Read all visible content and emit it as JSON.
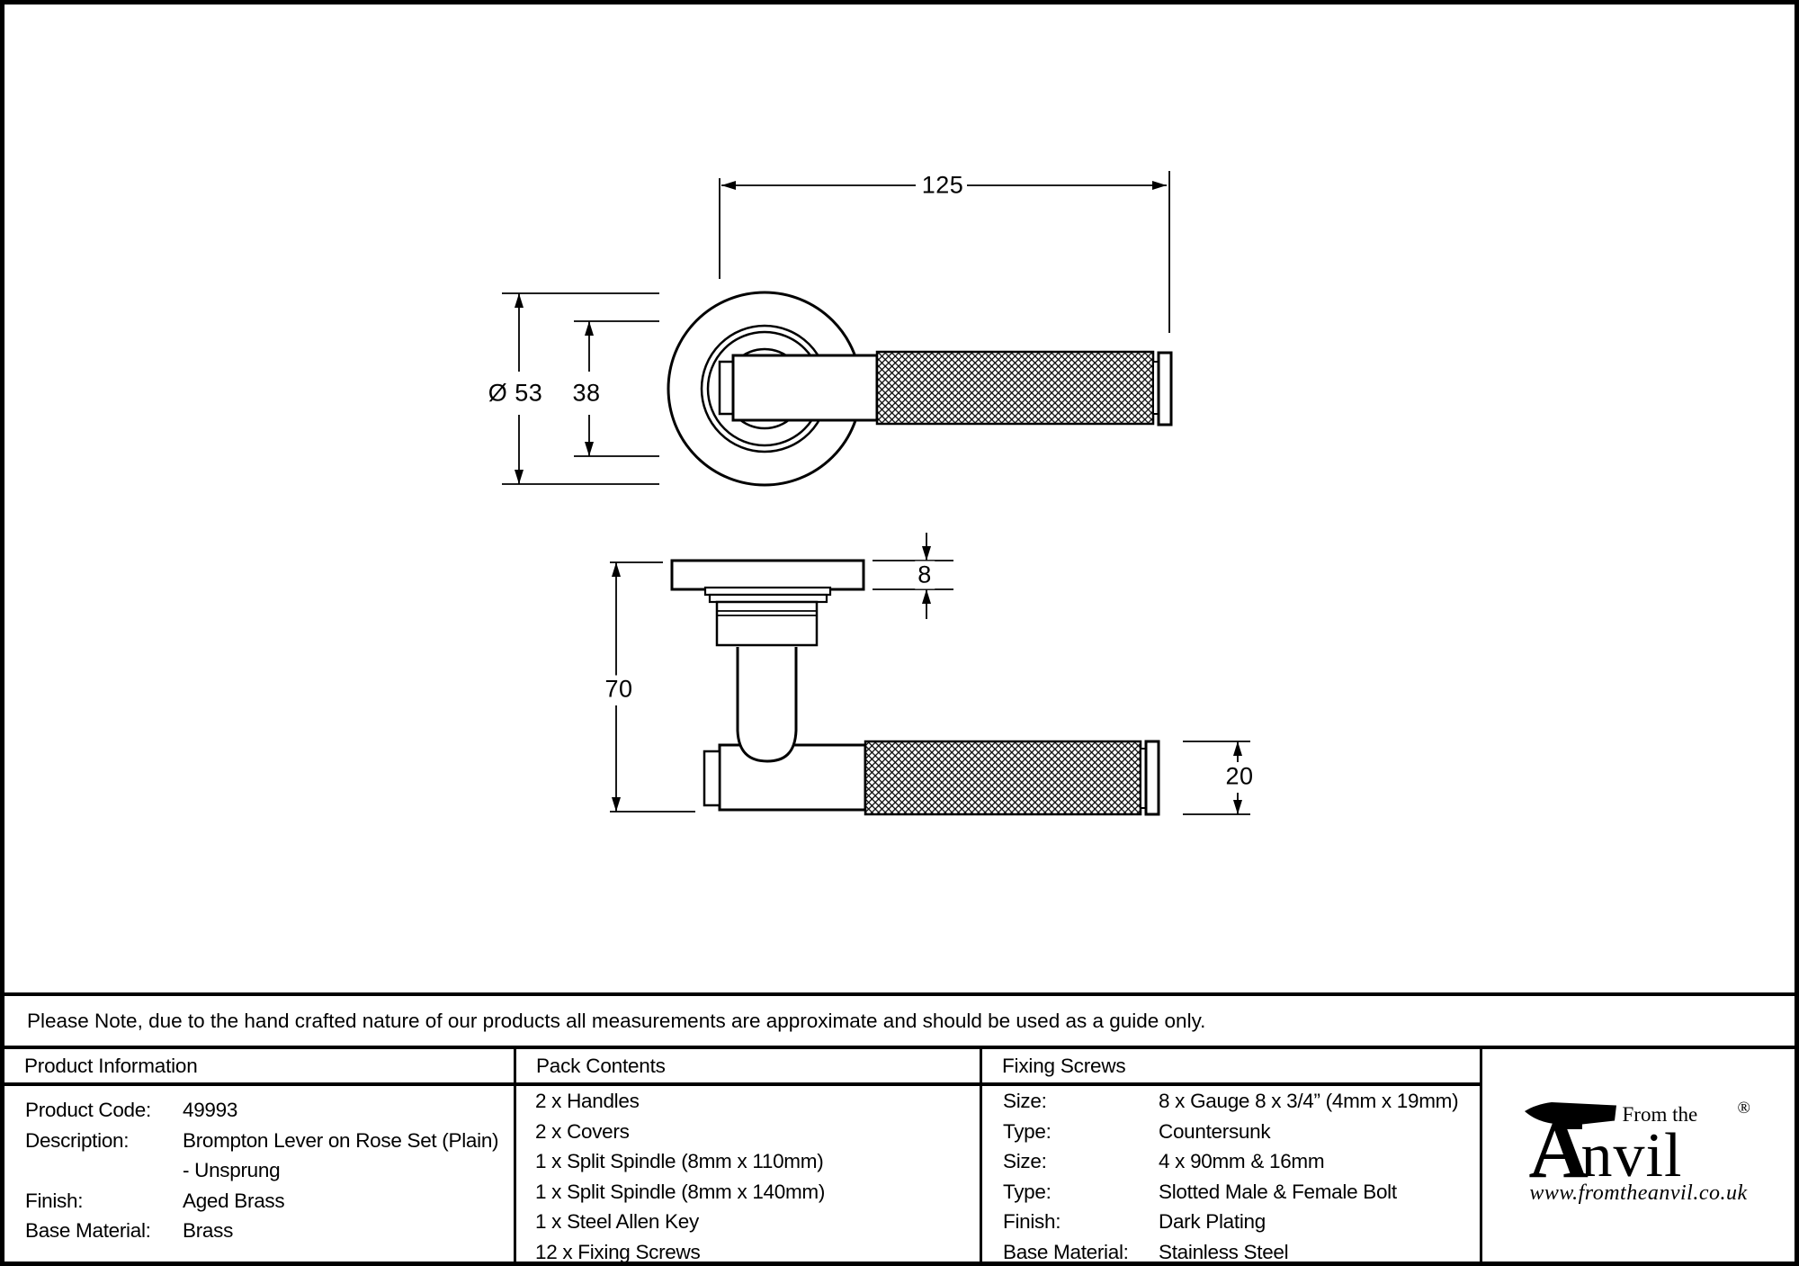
{
  "drawing": {
    "dim_length": "125",
    "dim_rose_diameter": "Ø 53",
    "dim_inner_diameter": "38",
    "dim_rose_thickness": "8",
    "dim_height": "70",
    "dim_lever_diameter": "20"
  },
  "note": "Please Note, due to the hand crafted nature of our products all measurements are approximate and should be used as a guide only.",
  "product_info": {
    "header": "Product Information",
    "rows": [
      {
        "label": "Product Code:",
        "value": "49993"
      },
      {
        "label": "Description:",
        "value": "Brompton Lever on Rose Set (Plain)"
      },
      {
        "label": "",
        "value": "- Unsprung"
      },
      {
        "label": "Finish:",
        "value": "Aged Brass"
      },
      {
        "label": "Base Material:",
        "value": "Brass"
      }
    ]
  },
  "pack_contents": {
    "header": "Pack Contents",
    "items": [
      "2 x Handles",
      "2 x Covers",
      "1 x Split Spindle (8mm x 110mm)",
      "1 x Split Spindle (8mm x 140mm)",
      "1 x Steel Allen Key",
      "12 x Fixing Screws"
    ]
  },
  "fixing_screws": {
    "header": "Fixing Screws",
    "rows": [
      {
        "label": "Size:",
        "value": "8 x Gauge 8 x 3/4” (4mm x 19mm)"
      },
      {
        "label": "Type:",
        "value": "Countersunk"
      },
      {
        "label": "Size:",
        "value": "4 x 90mm & 16mm"
      },
      {
        "label": "Type:",
        "value": "Slotted Male & Female Bolt"
      },
      {
        "label": "Finish:",
        "value": "Dark Plating"
      },
      {
        "label": "Base Material:",
        "value": "Stainless Steel"
      }
    ]
  },
  "brand": {
    "prefix": "From the",
    "name_initial": "A",
    "name_rest": "nvil",
    "registered": "®",
    "website": "www.fromtheanvil.co.uk"
  },
  "colors": {
    "ink": "#000000",
    "paper": "#ffffff"
  }
}
